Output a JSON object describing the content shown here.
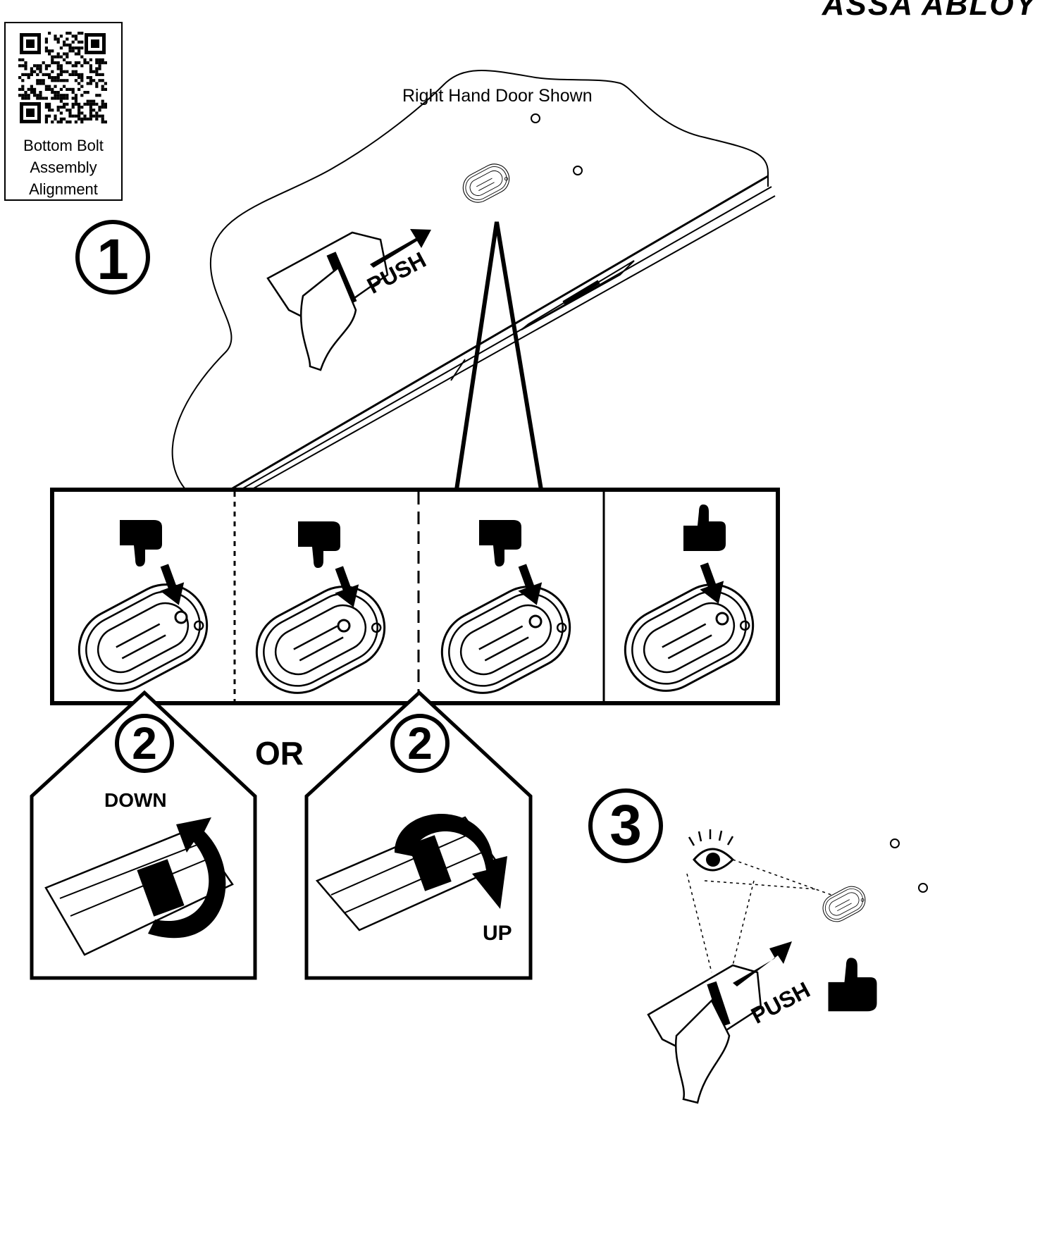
{
  "brand": "ASSA ABLOY",
  "qr": {
    "caption_lines": [
      "Bottom Bolt",
      "Assembly",
      "Alignment"
    ],
    "icon": "qr-code-icon"
  },
  "door": {
    "caption": "Right Hand Door Shown"
  },
  "steps": {
    "step1": {
      "number": "1",
      "action": "PUSH"
    },
    "step2a": {
      "number": "2",
      "direction": "DOWN"
    },
    "or": "OR",
    "step2b": {
      "number": "2",
      "direction": "UP"
    },
    "step3": {
      "number": "3",
      "action": "PUSH"
    }
  },
  "panels": [
    {
      "verdict": "thumbs-down-icon"
    },
    {
      "verdict": "thumbs-down-icon"
    },
    {
      "verdict": "thumbs-down-icon"
    },
    {
      "verdict": "thumbs-up-icon"
    }
  ],
  "step3_verdict": "thumbs-up-icon",
  "colors": {
    "ink": "#000000",
    "paper": "#ffffff"
  }
}
